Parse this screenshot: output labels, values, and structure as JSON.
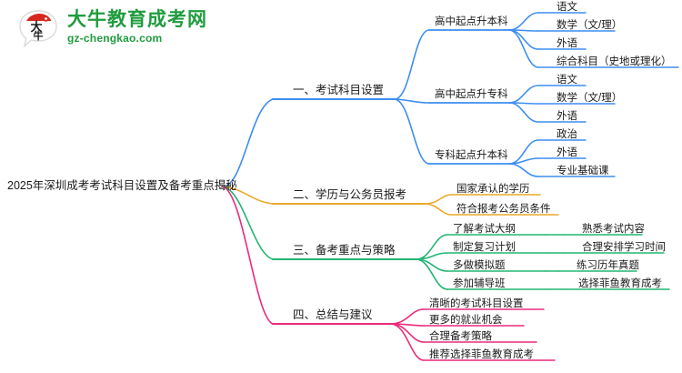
{
  "logo": {
    "icon": "daniu-speech-bubble-logo",
    "brand_cn": "大牛教育成考网",
    "brand_url": "gz-chengkao.com",
    "mark_text": "大牛",
    "color": "#1f9c3d"
  },
  "mindmap": {
    "root": "2025年深圳成考考试科目设置及备考重点揭秘",
    "colors": {
      "branch1": "#3d8ef0",
      "branch2": "#e8aa2a",
      "branch3": "#23b573",
      "branch4": "#ec2a7b"
    },
    "branches": [
      {
        "label": "一、考试科目设置",
        "color": "#3d8ef0",
        "children": [
          {
            "label": "高中起点升本科",
            "leaves": [
              "语文",
              "数学（文/理）",
              "外语",
              "综合科目（史地或理化）"
            ]
          },
          {
            "label": "高中起点升专科",
            "leaves": [
              "语文",
              "数学（文/理）",
              "外语"
            ]
          },
          {
            "label": "专科起点升本科",
            "leaves": [
              "政治",
              "外语",
              "专业基础课"
            ]
          }
        ]
      },
      {
        "label": "二、学历与公务员报考",
        "color": "#e8aa2a",
        "children": [
          {
            "label": "国家承认的学历",
            "leaves": []
          },
          {
            "label": "符合报考公务员条件",
            "leaves": []
          }
        ]
      },
      {
        "label": "三、备考重点与策略",
        "color": "#23b573",
        "children": [
          {
            "label": "了解考试大纲",
            "leaves": [
              "熟悉考试内容"
            ]
          },
          {
            "label": "制定复习计划",
            "leaves": [
              "合理安排学习时间"
            ]
          },
          {
            "label": "多做模拟题",
            "leaves": [
              "练习历年真题"
            ]
          },
          {
            "label": "参加辅导班",
            "leaves": [
              "选择菲鱼教育成考"
            ]
          }
        ]
      },
      {
        "label": "四、总结与建议",
        "color": "#ec2a7b",
        "children": [
          {
            "label": "清晰的考试科目设置",
            "leaves": []
          },
          {
            "label": "更多的就业机会",
            "leaves": []
          },
          {
            "label": "合理备考策略",
            "leaves": []
          },
          {
            "label": "推荐选择菲鱼教育成考",
            "leaves": []
          }
        ]
      }
    ]
  }
}
